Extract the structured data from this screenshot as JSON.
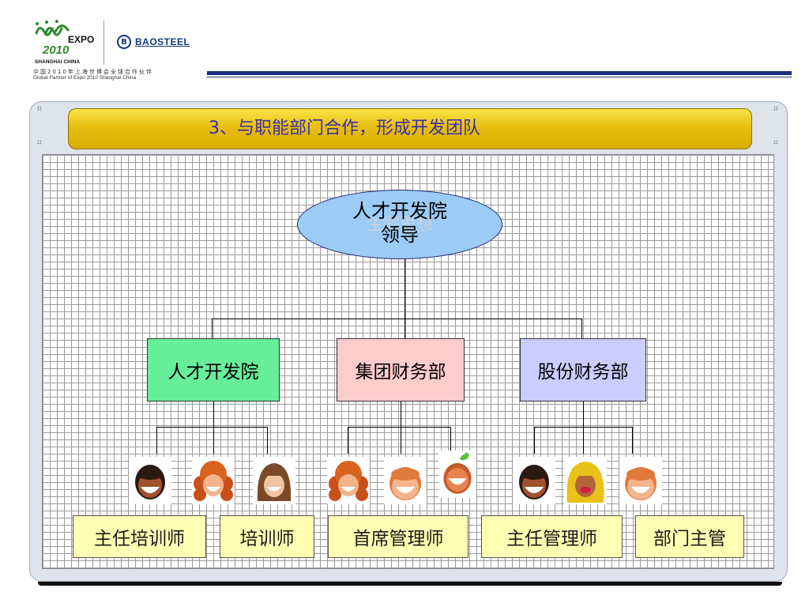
{
  "header": {
    "expo_logo_text": "EXPO",
    "expo_year_text": "2010",
    "expo_city_text": "SHANGHAI CHINA",
    "partner_logo_mark": "B",
    "partner_logo_text": "BAOSTEEL",
    "partner_tagline_zh": "中国2010年上海世博会全球合作伙伴",
    "partner_tagline_en": "Global Partner of Expo 2010 Shanghai China"
  },
  "slide": {
    "title": "3、与职能部门合作，形成开发团队"
  },
  "chart": {
    "root": {
      "line1": "人才开发院",
      "line2": "领导",
      "ghost_text": "主题思想"
    },
    "departments": [
      {
        "label": "人才开发院",
        "color": "#66ee99"
      },
      {
        "label": "集团财务部",
        "color": "#ffcccc"
      },
      {
        "label": "股份财务部",
        "color": "#ccccff"
      }
    ],
    "roles": [
      {
        "label": "主任培训师"
      },
      {
        "label": "培训师"
      },
      {
        "label": "首席管理师"
      },
      {
        "label": "主任管理师"
      },
      {
        "label": "部门主管"
      }
    ],
    "faces": [
      {
        "icon": "smiling-face-icon",
        "hair": "short-dark"
      },
      {
        "icon": "smiling-face-icon",
        "hair": "curly-orange"
      },
      {
        "icon": "smiling-face-icon",
        "hair": "long-brown"
      },
      {
        "icon": "smiling-face-icon",
        "hair": "curly-orange"
      },
      {
        "icon": "smiling-face-icon",
        "hair": "short-orange"
      },
      {
        "icon": "smiling-face-icon",
        "hair": "green-sprout"
      },
      {
        "icon": "smiling-face-icon",
        "hair": "short-dark"
      },
      {
        "icon": "smiling-face-icon",
        "hair": "long-yellow"
      },
      {
        "icon": "smiling-face-icon",
        "hair": "short-orange"
      }
    ]
  },
  "colors": {
    "title_bar": "#e7be10",
    "title_text": "#3a2ea8",
    "oval_fill": "#9ccbf6",
    "role_fill": "#ffffb3",
    "header_rule": "#1a2f7f"
  }
}
